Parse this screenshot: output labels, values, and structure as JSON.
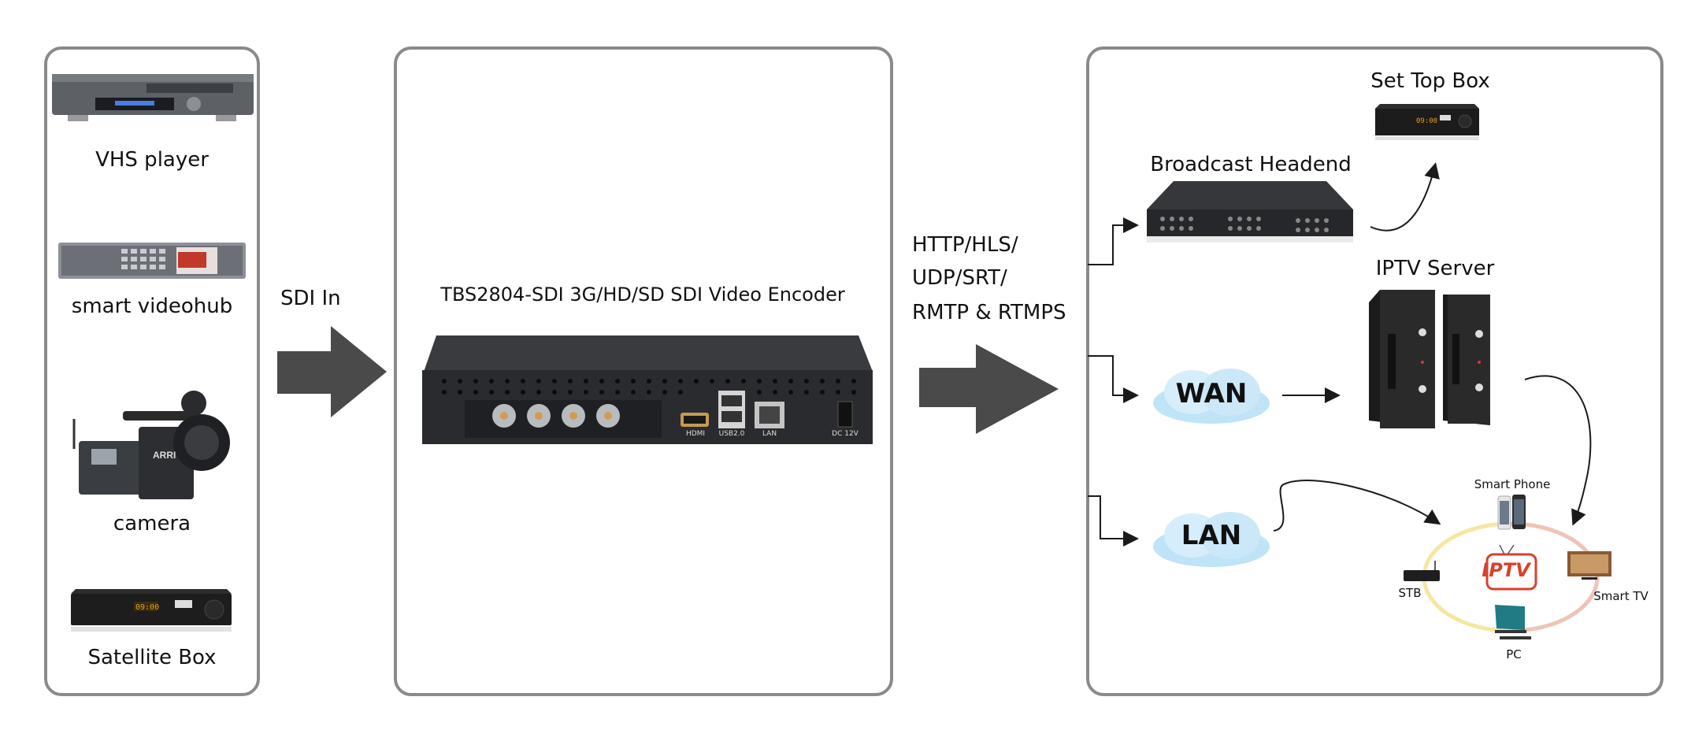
{
  "sources": {
    "items": [
      {
        "label": "VHS player"
      },
      {
        "label": "smart videohub"
      },
      {
        "label": "camera"
      },
      {
        "label": "Satellite Box"
      }
    ]
  },
  "input_arrow": {
    "label": "SDI In"
  },
  "encoder": {
    "title": "TBS2804-SDI 3G/HD/SD SDI Video Encoder",
    "port_labels": [
      "HDMI",
      "USB2.0",
      "LAN",
      "DC 12V"
    ]
  },
  "output_arrow": {
    "lines": [
      "HTTP/HLS/",
      "UDP/SRT/",
      "RMTP & RTMPS"
    ]
  },
  "destinations": {
    "set_top_box": "Set Top Box",
    "broadcast_headend": "Broadcast Headend",
    "iptv_server": "IPTV Server",
    "wan": "WAN",
    "lan": "LAN",
    "iptv_logo": "IPTV",
    "clients": {
      "smart_phone": "Smart Phone",
      "stb": "STB",
      "smart_tv": "Smart TV",
      "pc": "PC"
    }
  },
  "colors": {
    "panel_border": "#8a8a8a",
    "arrow_fill": "#4a4a4a",
    "cloud": "#bfe3f7",
    "ring_yellow": "#f6e6a0",
    "ring_pink": "#eec4b8",
    "iptv_red": "#d8412b"
  }
}
